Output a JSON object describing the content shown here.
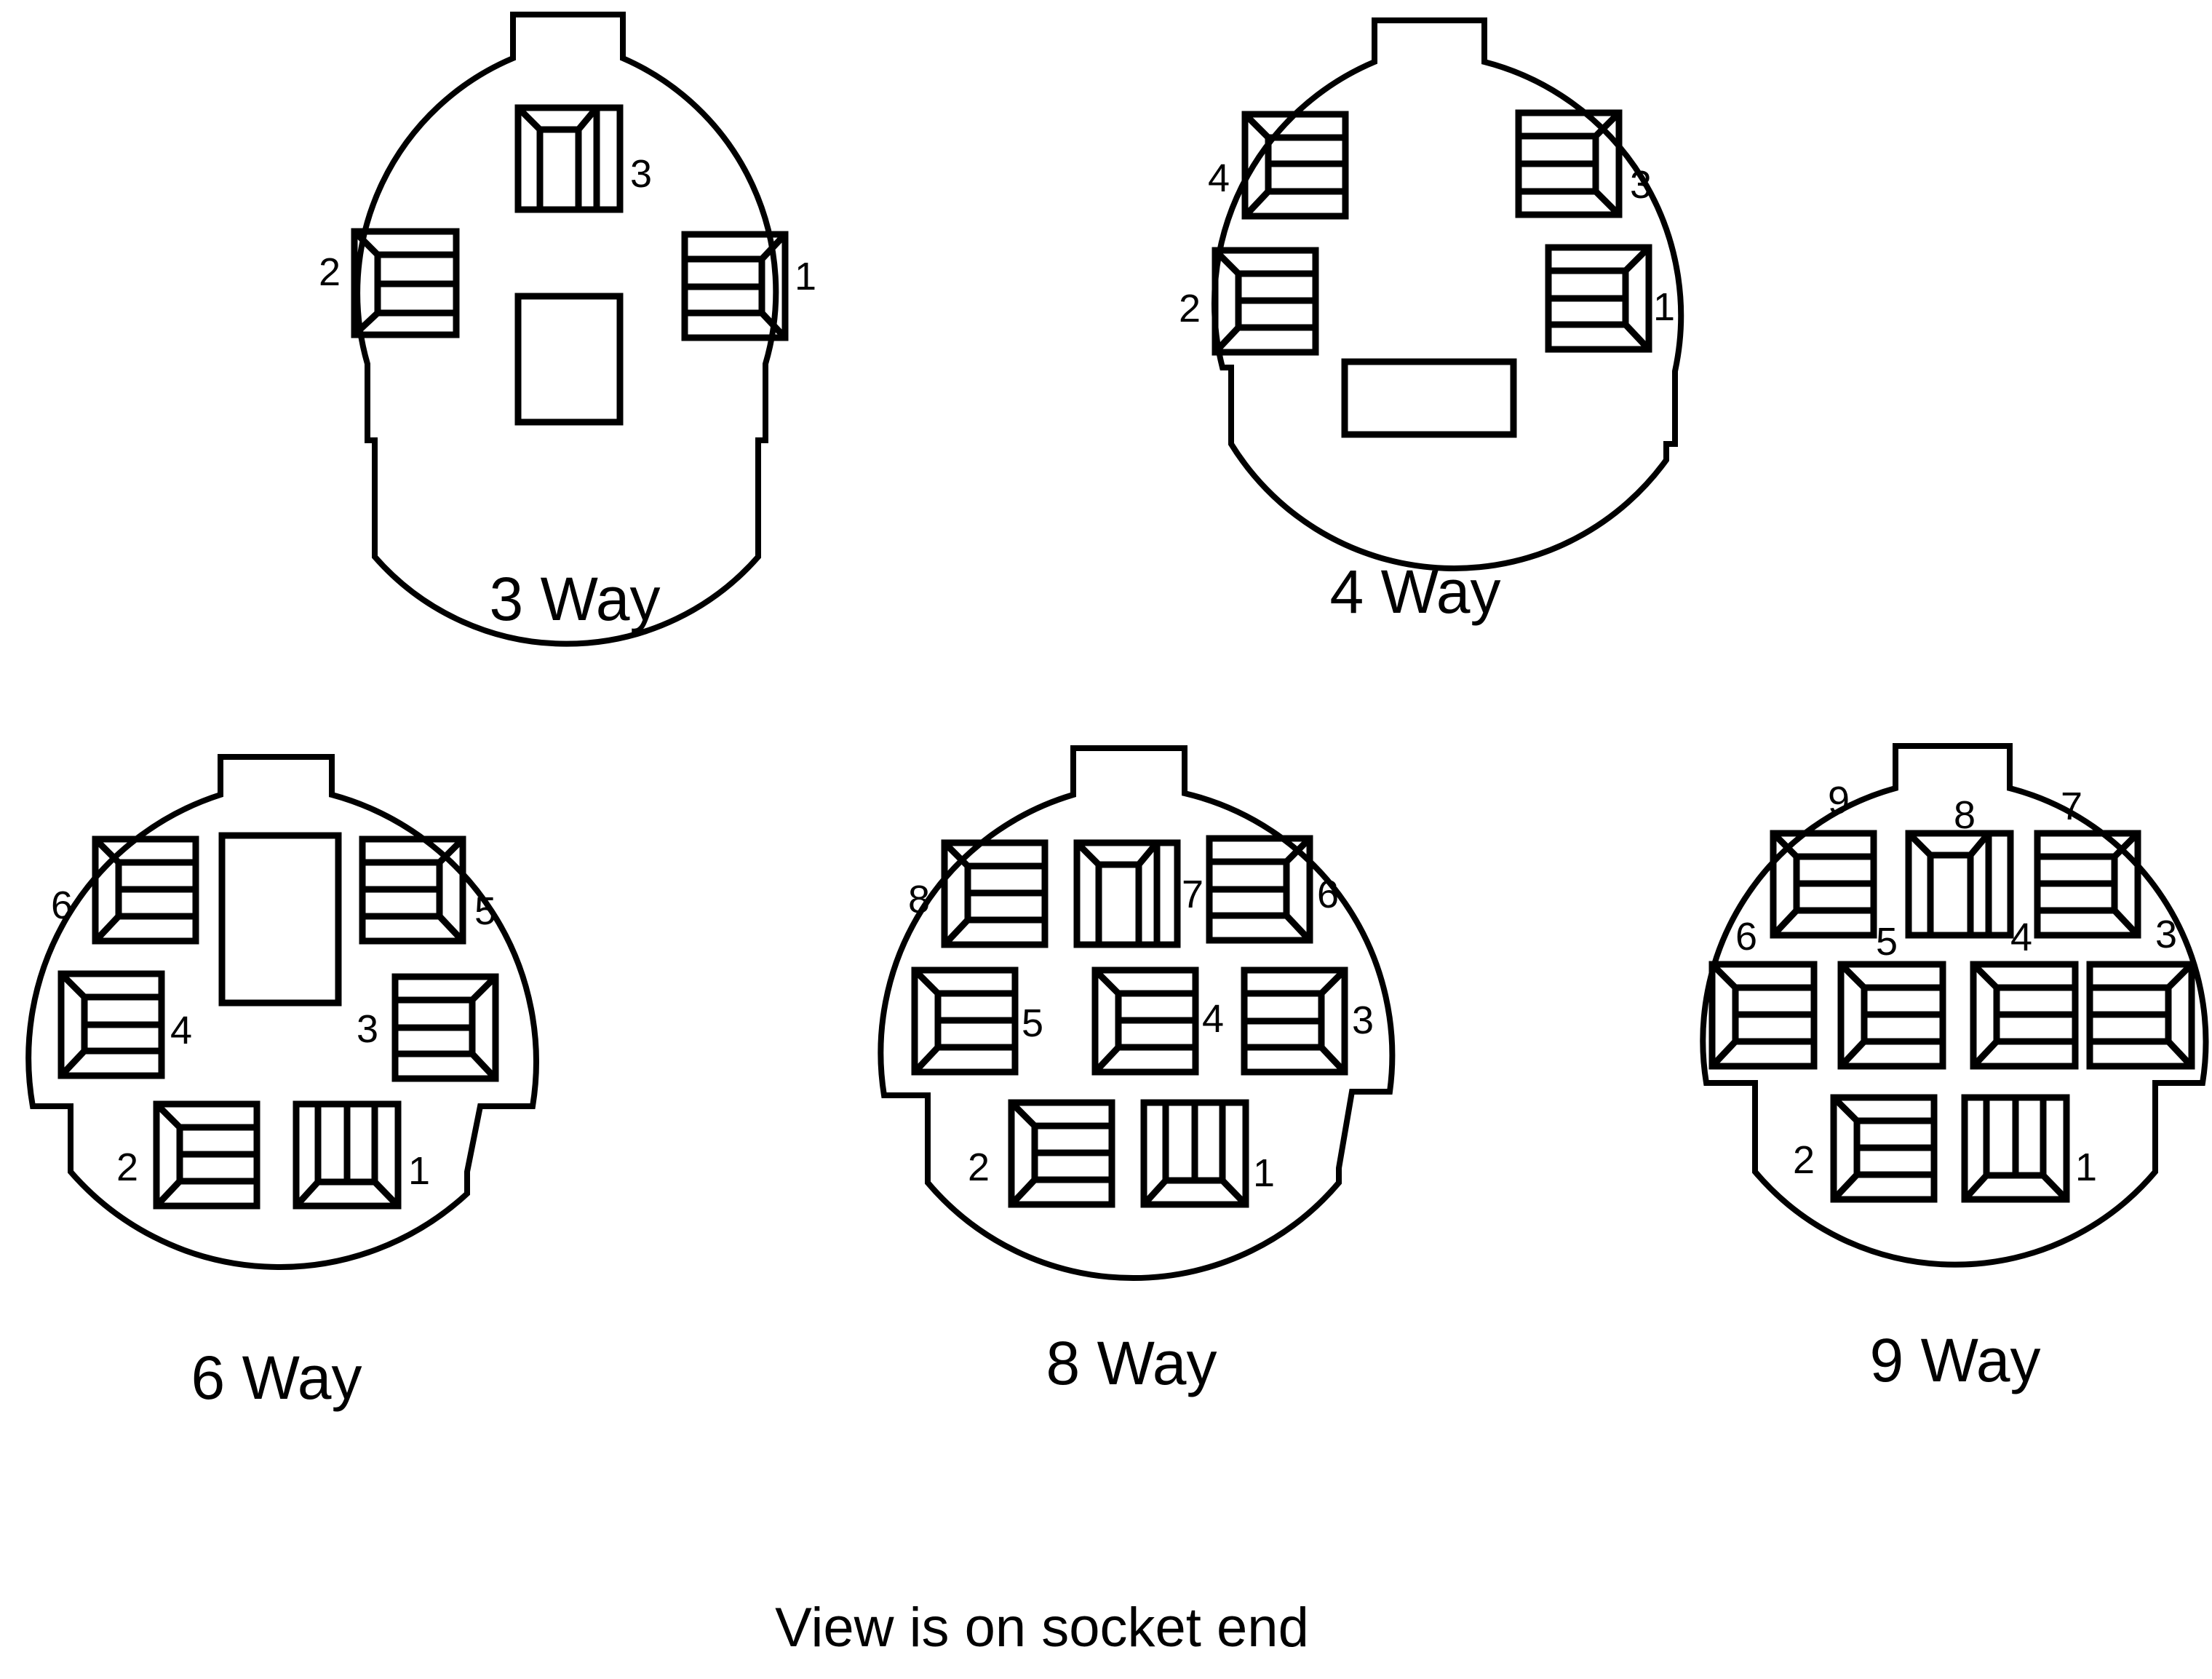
{
  "caption": "View is on socket end",
  "connectors": [
    {
      "title": "3 Way",
      "pins": [
        "3",
        "2",
        "1"
      ]
    },
    {
      "title": "4 Way",
      "pins": [
        "4",
        "3",
        "2",
        "1"
      ]
    },
    {
      "title": "6 Way",
      "pins": [
        "6",
        "5",
        "4",
        "3",
        "2",
        "1"
      ]
    },
    {
      "title": "8 Way",
      "pins": [
        "8",
        "7",
        "6",
        "5",
        "4",
        "3",
        "2",
        "1"
      ]
    },
    {
      "title": "9 Way",
      "pins": [
        "9",
        "8",
        "7",
        "6",
        "5",
        "4",
        "3",
        "2",
        "1"
      ]
    }
  ]
}
